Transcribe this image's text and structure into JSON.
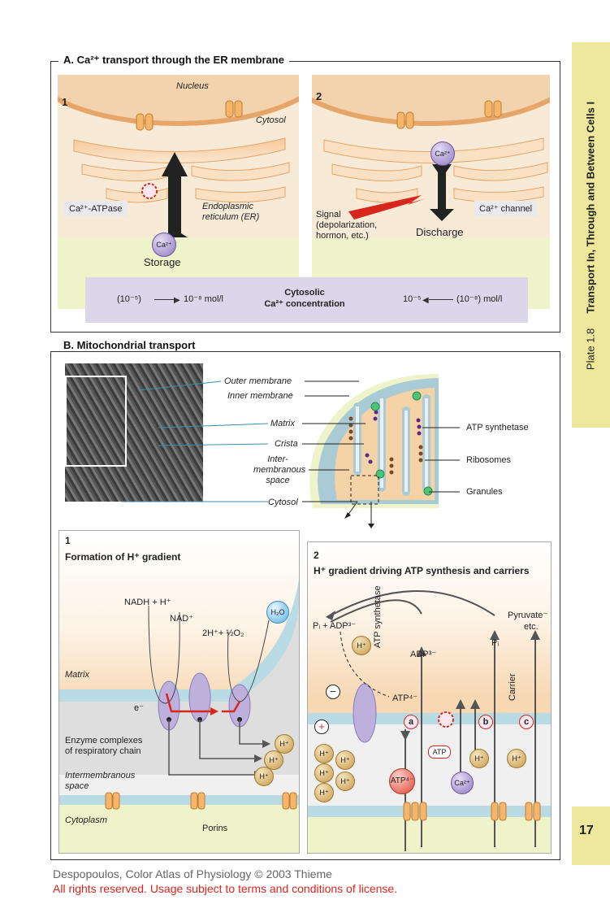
{
  "side_tab": {
    "plate": "Plate 1.8",
    "title": "Transport In, Through and Between Cells I",
    "page_number": "17"
  },
  "section_a": {
    "title": "A. Ca²⁺ transport through the ER membrane",
    "panel1": {
      "number": "1",
      "nucleus": "Nucleus",
      "cytosol": "Cytosol",
      "atpase": "Ca²⁺-ATPase",
      "er": "Endoplasmic",
      "er2": "reticulum (ER)",
      "ion": "Ca²⁺",
      "storage": "Storage"
    },
    "panel2": {
      "number": "2",
      "ion": "Ca²⁺",
      "signal1": "Signal",
      "signal2": "(depolarization,",
      "signal3": "hormon, etc.)",
      "discharge": "Discharge",
      "channel": "Ca²⁺ channel"
    },
    "concentration": {
      "left_from": "(10⁻⁵)",
      "left_to": "10⁻⁸ mol/l",
      "center1": "Cytosolic",
      "center2": "Ca²⁺ concentration",
      "right_to": "10⁻⁵",
      "right_from": "(10⁻⁸) mol/l"
    }
  },
  "section_b": {
    "title": "B. Mitochondrial transport",
    "labels": {
      "outer": "Outer membrane",
      "inner": "Inner membrane",
      "matrix": "Matrix",
      "crista": "Crista",
      "inter1": "Inter-",
      "inter2": "membranous",
      "inter3": "space",
      "cytosol": "Cytosol",
      "atp_syn": "ATP synthetase",
      "ribosomes": "Ribosomes",
      "granules": "Granules"
    },
    "panel1": {
      "number": "1",
      "title": "Formation of H⁺ gradient",
      "nadh": "NADH + H⁺",
      "nad": "NAD⁺",
      "water_eq": "2H⁺+ ½O₂",
      "h2o": "H₂O",
      "matrix": "Matrix",
      "electron": "e⁻",
      "enzyme1": "Enzyme complexes",
      "enzyme2": "of respiratory chain",
      "inter1": "Intermembranous",
      "inter2": "space",
      "cytoplasm": "Cytoplasm",
      "porins": "Porins",
      "hplus": "H⁺"
    },
    "panel2": {
      "number": "2",
      "title": "H⁺ gradient driving ATP synthesis and carriers",
      "pi_adp": "Pᵢ + ADP³⁻",
      "atp_syn": "ATP synthetase",
      "adp": "ADP³⁻",
      "pi": "Pᵢ",
      "pyruvate1": "Pyruvate⁻",
      "pyruvate2": "etc.",
      "carrier": "Carrier",
      "minus": "−",
      "plus": "+",
      "atp4": "ATP⁴⁻",
      "atp": "ATP",
      "a": "a",
      "b": "b",
      "c": "c",
      "hplus": "H⁺",
      "ca": "Ca²⁺"
    }
  },
  "footer": {
    "line1": "Despopoulos, Color Atlas of Physiology © 2003 Thieme",
    "line2": "All rights reserved. Usage subject to terms and conditions of license."
  },
  "colors": {
    "matrix": "#f7d9b0",
    "membrane": "#cfe0e8",
    "yellow": "#eef3c9",
    "accent_red": "#d8261c"
  }
}
